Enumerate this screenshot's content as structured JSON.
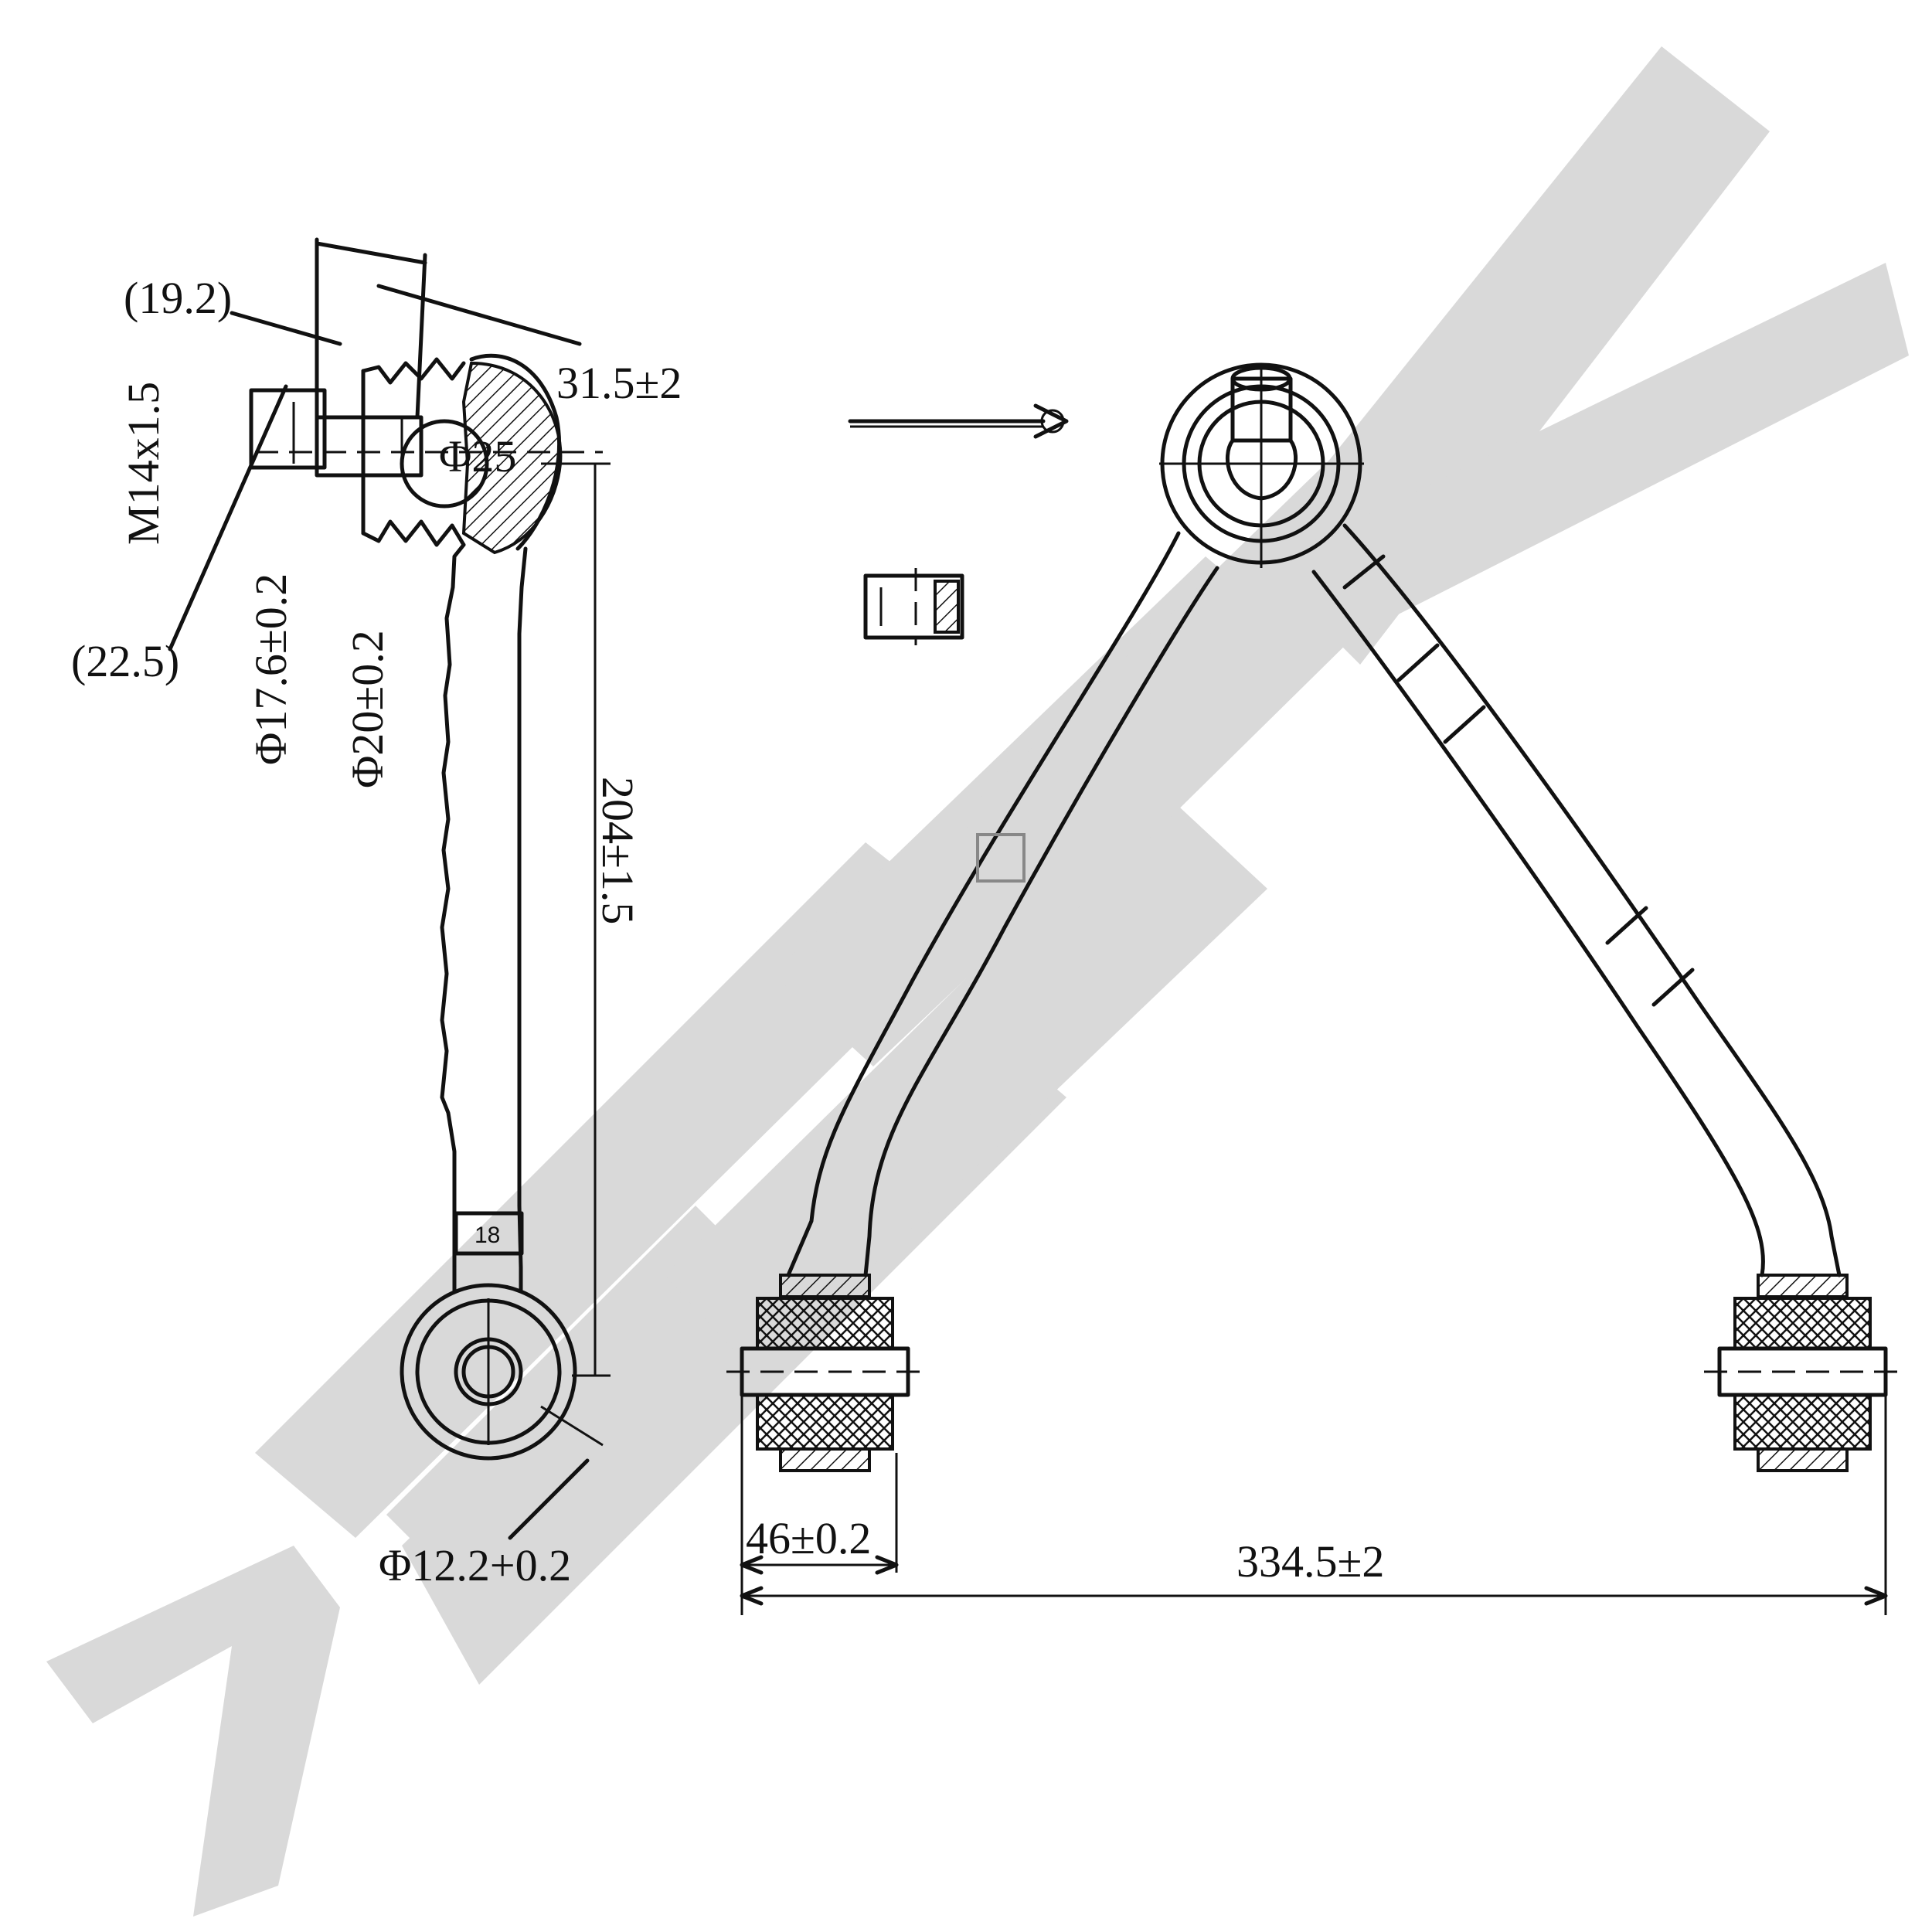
{
  "watermark": {
    "brand_text": "ZENNEK",
    "color": "#d9d9d9"
  },
  "dimensions": {
    "d19_2": "(19.2)",
    "d31_5": "31.5±2",
    "m14": "M14x1.5",
    "phi25": "Φ25",
    "d22_5": "(22.5)",
    "phi17_6": "Φ17.6±0.2",
    "phi20": "Φ20±0.2",
    "d204": "204±1.5",
    "d18": "18",
    "phi12_2": "Φ12.2+0.2",
    "d46": "46±0.2",
    "d334_5": "334.5±2"
  }
}
